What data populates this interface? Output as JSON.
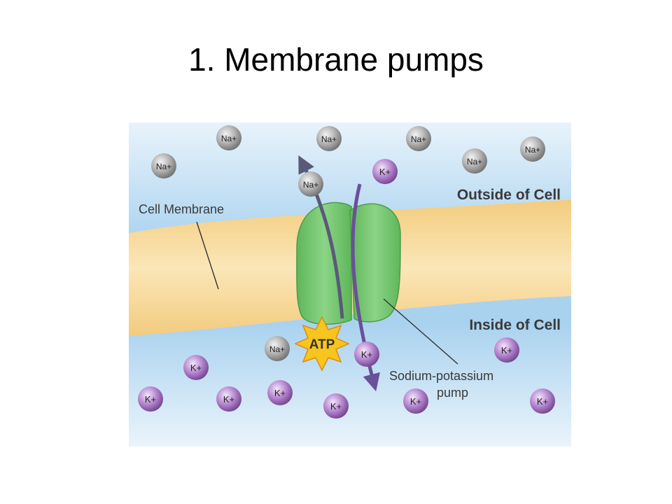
{
  "slide": {
    "title": "1. Membrane pumps"
  },
  "diagram": {
    "labels": {
      "outside": "Outside of Cell",
      "inside": "Inside of Cell",
      "membrane": "Cell Membrane",
      "pump_line1": "Sodium-potassium",
      "pump_line2": "pump",
      "atp": "ATP"
    },
    "ions": {
      "sodium": "Na+",
      "potassium": "K+"
    },
    "colors": {
      "membrane": "#f6d58c",
      "pump": "#6fc46a",
      "sodium_ion": "#9e9e9e",
      "potassium_ion": "#9a62b8",
      "arrow": "#5a5a78",
      "atp_star": "#f7c51e"
    }
  }
}
